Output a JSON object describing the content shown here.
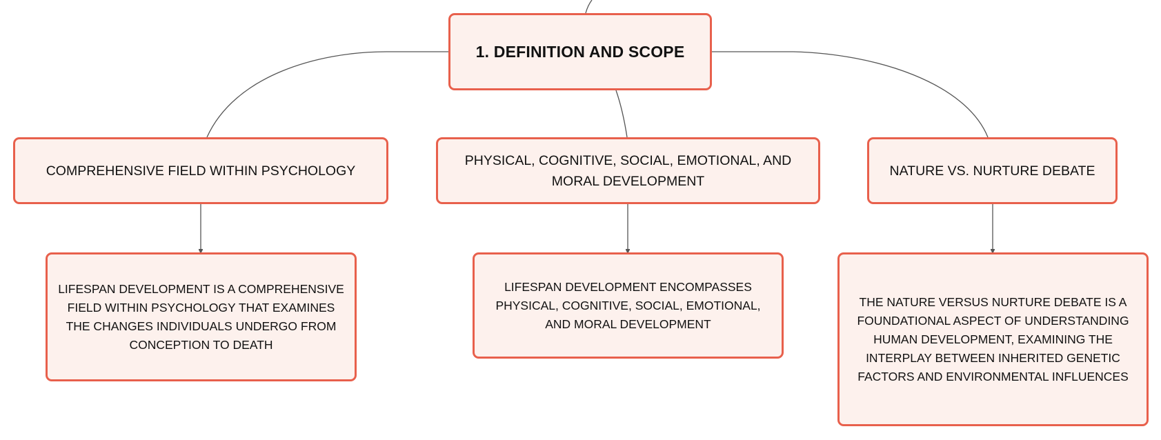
{
  "diagram": {
    "colors": {
      "node_border": "#e8604c",
      "node_fill": "#fdf1ed",
      "connector": "#555555",
      "text": "#111111"
    },
    "root": {
      "label": "1. DEFINITION AND SCOPE"
    },
    "branches": [
      {
        "label": "COMPREHENSIVE FIELD WITHIN PSYCHOLOGY",
        "detail": "LIFESPAN DEVELOPMENT IS A COMPREHENSIVE FIELD WITHIN PSYCHOLOGY THAT EXAMINES THE CHANGES INDIVIDUALS UNDERGO FROM CONCEPTION TO DEATH"
      },
      {
        "label": "PHYSICAL, COGNITIVE, SOCIAL, EMOTIONAL, AND MORAL DEVELOPMENT",
        "detail": "LIFESPAN DEVELOPMENT ENCOMPASSES PHYSICAL, COGNITIVE, SOCIAL, EMOTIONAL, AND MORAL DEVELOPMENT"
      },
      {
        "label": "NATURE VS. NURTURE DEBATE",
        "detail": "THE NATURE VERSUS NURTURE DEBATE IS A FOUNDATIONAL ASPECT OF UNDERSTANDING HUMAN DEVELOPMENT, EXAMINING THE INTERPLAY BETWEEN INHERITED GENETIC FACTORS AND ENVIRONMENTAL INFLUENCES"
      }
    ]
  }
}
